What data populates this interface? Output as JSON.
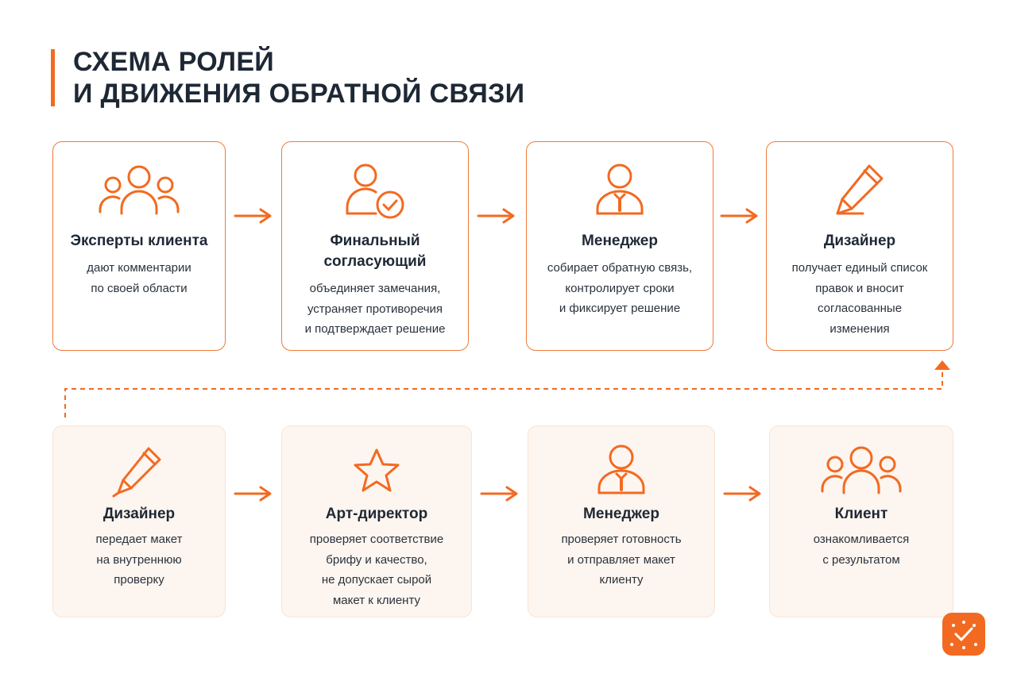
{
  "title": {
    "line1": "СХЕМА РОЛЕЙ",
    "line2": "И ДВИЖЕНИЯ ОБРАТНОЙ СВЯЗИ"
  },
  "colors": {
    "accent": "#f26a21",
    "text": "#1e2835",
    "card_tint": "#fdf5ef"
  },
  "row1": [
    {
      "icon": "group-icon",
      "name": "Эксперты клиента",
      "desc": [
        "дают комментарии",
        "по своей области"
      ]
    },
    {
      "icon": "user-check-icon",
      "name_lines": [
        "Финальный",
        "согласующий"
      ],
      "desc": [
        "объединяет замечания,",
        "устраняет противоречия",
        "и подтверждает решение"
      ]
    },
    {
      "icon": "manager-icon",
      "name": "Менеджер",
      "desc": [
        "собирает обратную связь,",
        "контролирует сроки",
        "и фиксирует решение"
      ]
    },
    {
      "icon": "pencil-icon",
      "name": "Дизайнер",
      "desc": [
        "получает единый список",
        "правок и вносит",
        "согласованные",
        "изменения"
      ]
    }
  ],
  "row2": [
    {
      "icon": "pencil-icon",
      "name": "Дизайнер",
      "desc": [
        "передает макет",
        "на внутреннюю",
        "проверку"
      ]
    },
    {
      "icon": "star-icon",
      "name": "Арт-директор",
      "desc": [
        "проверяет соответствие",
        "брифу и качество,",
        "не допускает сырой",
        "макет к клиенту"
      ]
    },
    {
      "icon": "manager-icon",
      "name": "Менеджер",
      "desc": [
        "проверяет готовность",
        "и отправляет макет",
        "клиенту"
      ]
    },
    {
      "icon": "group-icon",
      "name": "Клиент",
      "desc": [
        "ознакомливается",
        "с результатом"
      ]
    }
  ],
  "logo": {
    "icon": "brand-logo-icon"
  }
}
